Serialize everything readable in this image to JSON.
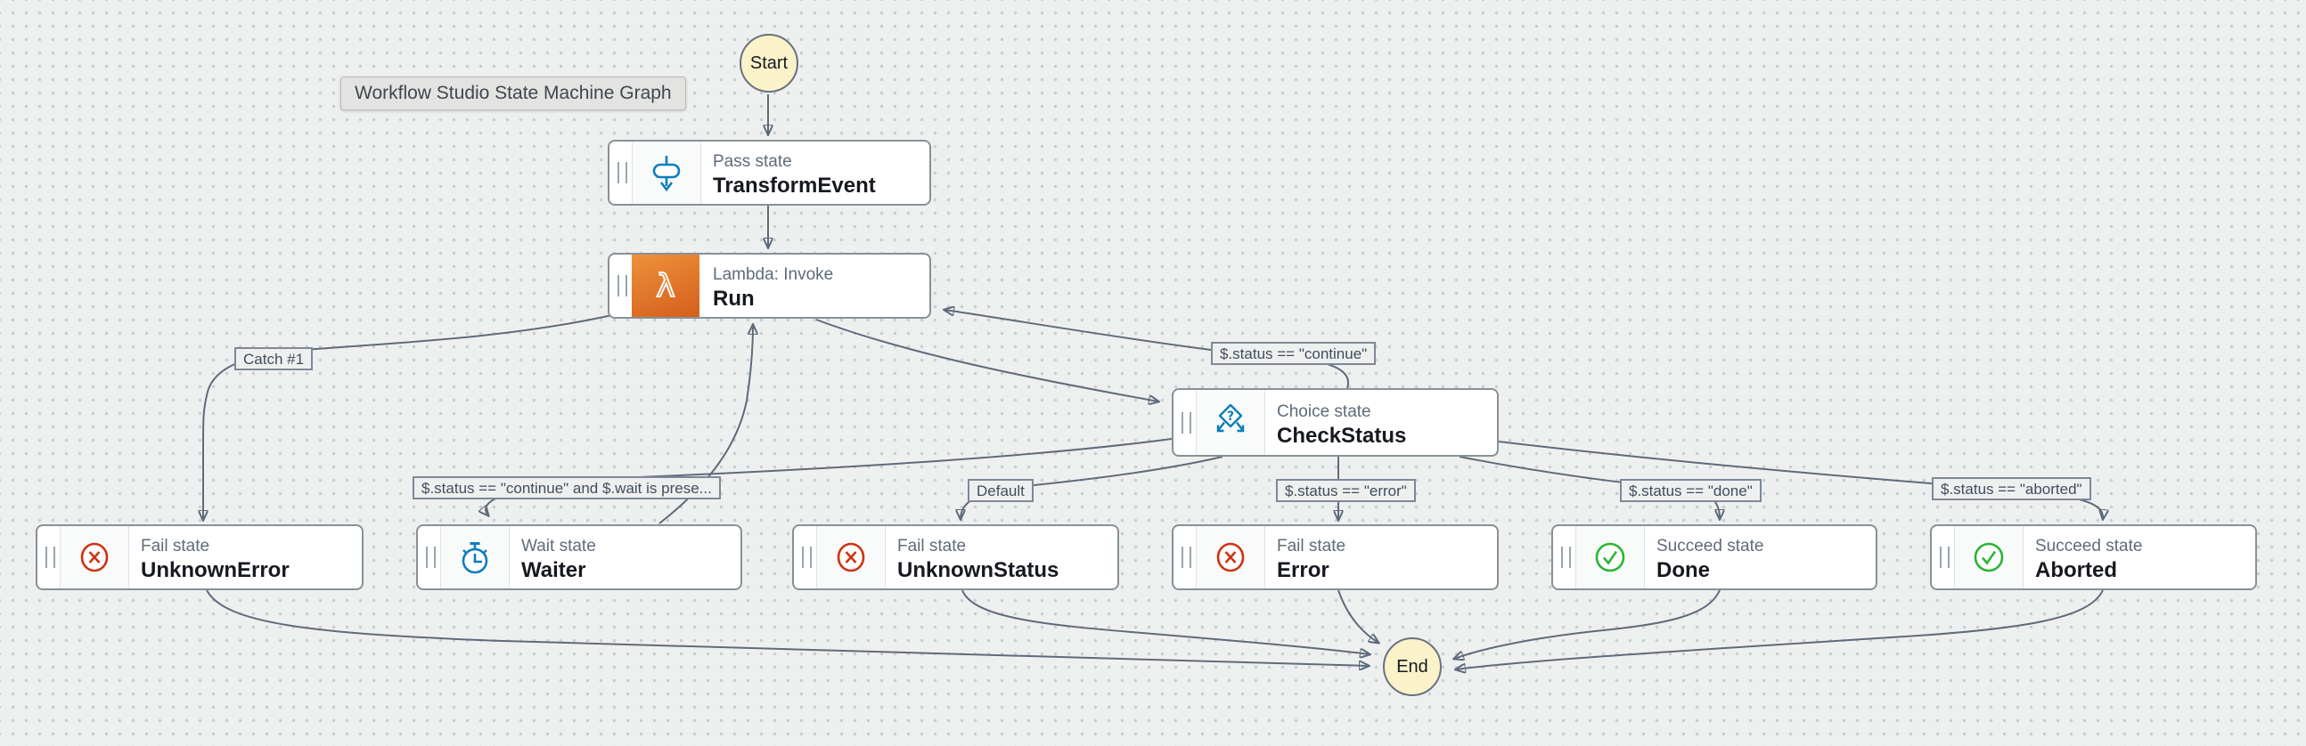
{
  "tooltip": {
    "text": "Workflow Studio State Machine Graph"
  },
  "terminals": {
    "start_label": "Start",
    "end_label": "End"
  },
  "states": [
    {
      "id": "transform-event",
      "type_label": "Pass state",
      "name": "TransformEvent",
      "icon": "pass-icon"
    },
    {
      "id": "run",
      "type_label": "Lambda: Invoke",
      "name": "Run",
      "icon": "lambda-icon"
    },
    {
      "id": "check-status",
      "type_label": "Choice state",
      "name": "CheckStatus",
      "icon": "choice-icon"
    },
    {
      "id": "unknown-error",
      "type_label": "Fail state",
      "name": "UnknownError",
      "icon": "fail-icon"
    },
    {
      "id": "waiter",
      "type_label": "Wait state",
      "name": "Waiter",
      "icon": "wait-icon"
    },
    {
      "id": "unknown-status",
      "type_label": "Fail state",
      "name": "UnknownStatus",
      "icon": "fail-icon"
    },
    {
      "id": "error",
      "type_label": "Fail state",
      "name": "Error",
      "icon": "fail-icon"
    },
    {
      "id": "done",
      "type_label": "Succeed state",
      "name": "Done",
      "icon": "succeed-icon"
    },
    {
      "id": "aborted",
      "type_label": "Succeed state",
      "name": "Aborted",
      "icon": "succeed-icon"
    }
  ],
  "edge_labels": {
    "catch_1": "Catch #1",
    "status_continue": "$.status == \"continue\"",
    "status_continue_wait": "$.status == \"continue\" and $.wait is prese...",
    "default_rule": "Default",
    "status_error": "$.status == \"error\"",
    "status_done": "$.status == \"done\"",
    "status_aborted": "$.status == \"aborted\""
  },
  "colors": {
    "canvas_bg": "#eef0f0",
    "dot_grid": "#c9ced3",
    "edge_gray": "#5f6b7a",
    "box_border": "#879196",
    "flow_blue": "#0b7dbe",
    "fail_red": "#d13212",
    "succeed_green": "#2bb534",
    "lambda_orange_start": "#ee913b",
    "lambda_orange_end": "#d45f1b",
    "terminal_fill": "#faf2c9"
  }
}
